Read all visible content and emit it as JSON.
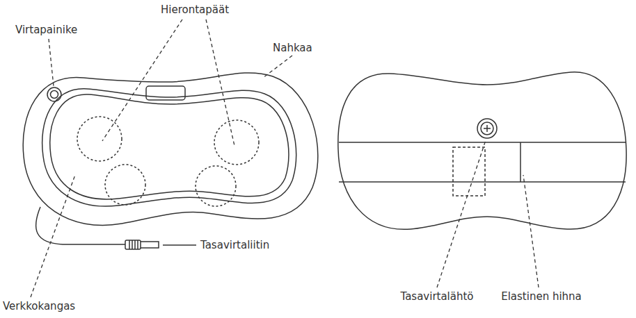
{
  "diagram": {
    "labels": [
      "Hierontapäät",
      "Virtapainike",
      "Nahkaa",
      "Tasavirtaliitin",
      "Verkkokangas",
      "Tasavirtalähtö",
      "Elastinen hihna"
    ]
  }
}
